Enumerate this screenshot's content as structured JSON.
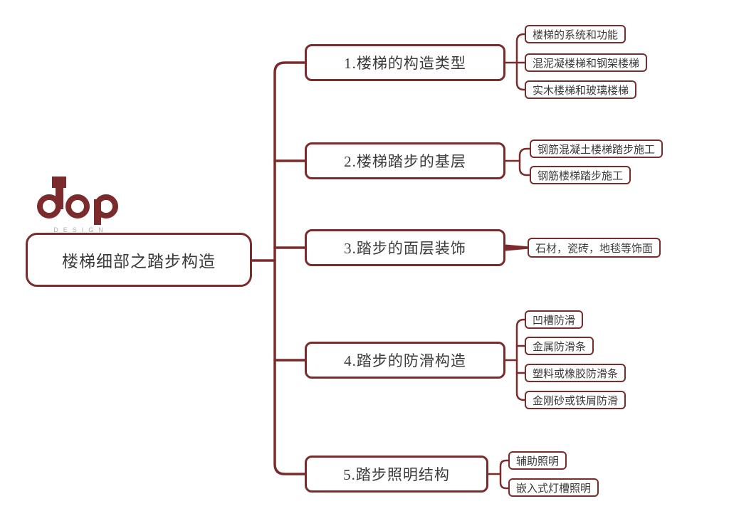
{
  "colors": {
    "accent": "#7b2b2b",
    "text": "#3a3a3a",
    "background": "#ffffff"
  },
  "logo": {
    "brand": "dop",
    "subtitle": "DESIGN"
  },
  "root": {
    "label": "楼梯细部之踏步构造"
  },
  "branches": [
    {
      "label": "1.楼梯的构造类型",
      "children": [
        {
          "label": "楼梯的系统和功能"
        },
        {
          "label": "混泥凝楼梯和钢架楼梯"
        },
        {
          "label": "实木楼梯和玻璃楼梯"
        }
      ]
    },
    {
      "label": "2.楼梯踏步的基层",
      "children": [
        {
          "label": "钢筋混凝土楼梯踏步施工"
        },
        {
          "label": "钢筋楼梯踏步施工"
        }
      ]
    },
    {
      "label": "3.踏步的面层装饰",
      "children": [
        {
          "label": "石材，瓷砖，地毯等饰面"
        }
      ]
    },
    {
      "label": "4.踏步的防滑构造",
      "children": [
        {
          "label": "凹槽防滑"
        },
        {
          "label": "金属防滑条"
        },
        {
          "label": "塑料或橡胶防滑条"
        },
        {
          "label": "金刚砂或铁屑防滑"
        }
      ]
    },
    {
      "label": "5.踏步照明结构",
      "children": [
        {
          "label": "辅助照明"
        },
        {
          "label": "嵌入式灯槽照明"
        }
      ]
    }
  ]
}
